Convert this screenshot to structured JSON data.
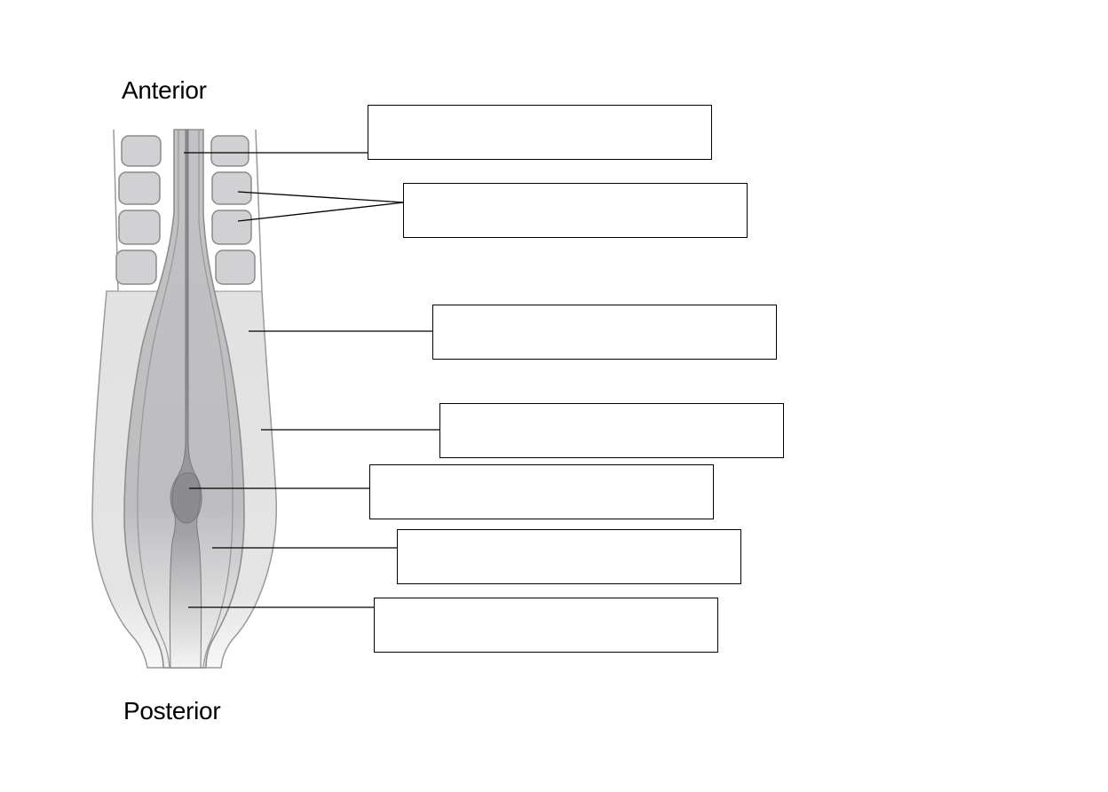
{
  "orientation": {
    "anterior": "Anterior",
    "posterior": "Posterior"
  },
  "answer_boxes": [
    {
      "id": 1,
      "text": ""
    },
    {
      "id": 2,
      "text": ""
    },
    {
      "id": 3,
      "text": ""
    },
    {
      "id": 4,
      "text": ""
    },
    {
      "id": 5,
      "text": ""
    },
    {
      "id": 6,
      "text": ""
    },
    {
      "id": 7,
      "text": ""
    }
  ],
  "colors": {
    "mesoderm": "#e3e3e3",
    "neural_tube": "#c4c4c6",
    "notochord_center": "#8f8f93",
    "somite": "#d2d2d4",
    "outline": "#8a8a8a",
    "leader_line": "#000000"
  }
}
